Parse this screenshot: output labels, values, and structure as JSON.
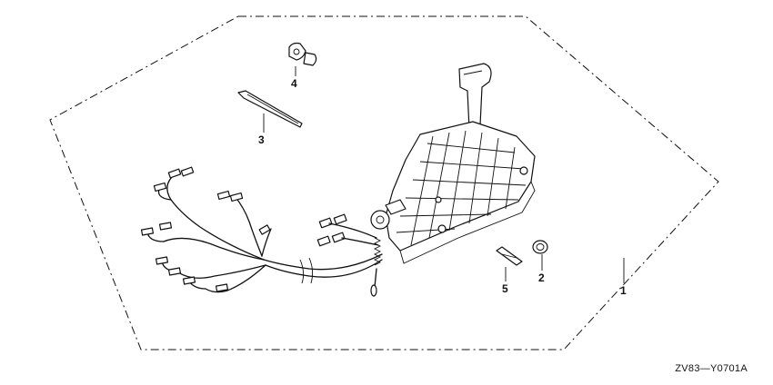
{
  "diagram": {
    "callouts": [
      {
        "id": "1",
        "label": "1"
      },
      {
        "id": "2",
        "label": "2"
      },
      {
        "id": "3",
        "label": "3"
      },
      {
        "id": "4",
        "label": "4"
      },
      {
        "id": "5",
        "label": "5"
      }
    ],
    "drawing_code": "ZV83—Y0701A"
  }
}
